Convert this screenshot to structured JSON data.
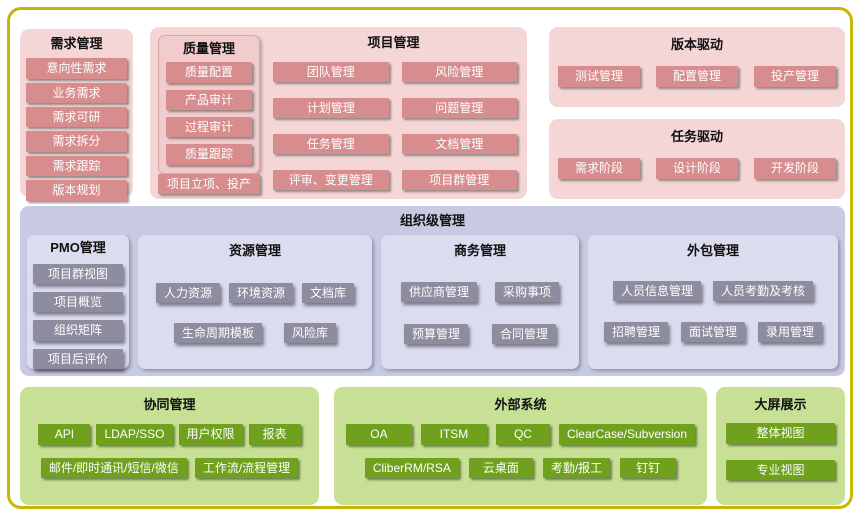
{
  "sections": {
    "requirements": {
      "title": "需求管理",
      "items": [
        "意向性需求",
        "业务需求",
        "需求可研",
        "需求拆分",
        "需求跟踪",
        "版本规划"
      ]
    },
    "project": {
      "title": "项目管理",
      "quality": {
        "title": "质量管理",
        "items": [
          "质量配置",
          "产品审计",
          "过程审计",
          "质量跟踪"
        ]
      },
      "bottom_left": "项目立项、投产",
      "col1": [
        "团队管理",
        "计划管理",
        "任务管理",
        "评审、变更管理"
      ],
      "col2": [
        "风险管理",
        "问题管理",
        "文档管理",
        "项目群管理"
      ]
    },
    "version_driven": {
      "title": "版本驱动",
      "items": [
        "测试管理",
        "配置管理",
        "投产管理"
      ]
    },
    "task_driven": {
      "title": "任务驱动",
      "items": [
        "需求阶段",
        "设计阶段",
        "开发阶段"
      ]
    },
    "org": {
      "title": "组织级管理",
      "pmo": {
        "title": "PMO管理",
        "items": [
          "项目群视图",
          "项目概览",
          "组织矩阵",
          "项目后评价"
        ]
      },
      "resource": {
        "title": "资源管理",
        "row1": [
          "人力资源",
          "环境资源",
          "文档库"
        ],
        "row2": [
          "生命周期模板",
          "风险库"
        ]
      },
      "business": {
        "title": "商务管理",
        "row1": [
          "供应商管理",
          "采购事项"
        ],
        "row2": [
          "预算管理",
          "合同管理"
        ]
      },
      "outsourcing": {
        "title": "外包管理",
        "row1": [
          "人员信息管理",
          "人员考勤及考核"
        ],
        "row2": [
          "招聘管理",
          "面试管理",
          "录用管理"
        ]
      }
    },
    "collaboration": {
      "title": "协同管理",
      "row1": [
        "API",
        "LDAP/SSO",
        "用户权限",
        "报表"
      ],
      "row2": [
        "邮件/即时通讯/短信/微信",
        "工作流/流程管理"
      ]
    },
    "external": {
      "title": "外部系统",
      "row1": [
        "OA",
        "ITSM",
        "QC",
        "ClearCase/Subversion"
      ],
      "row2": [
        "CliberRM/RSA",
        "云桌面",
        "考勤/报工",
        "钉钉"
      ]
    },
    "display": {
      "title": "大屏展示",
      "items": [
        "整体视图",
        "专业视图"
      ]
    }
  },
  "colors": {
    "frame_border": "#C9B504",
    "pink_section_bg": "#F4D6D6",
    "pink_item_bg": "#D78D8D",
    "quality_box_bg": "#F2CCCC",
    "purple_section_bg": "#C8CAE3",
    "purple_subbox_bg": "#DBDCEE",
    "gray_item_bg": "#8D8D9F",
    "green_section_bg": "#C8E095",
    "green_item_bg": "#6FA01E",
    "item_text": "#FFFFFF",
    "title_text": "#000000"
  }
}
